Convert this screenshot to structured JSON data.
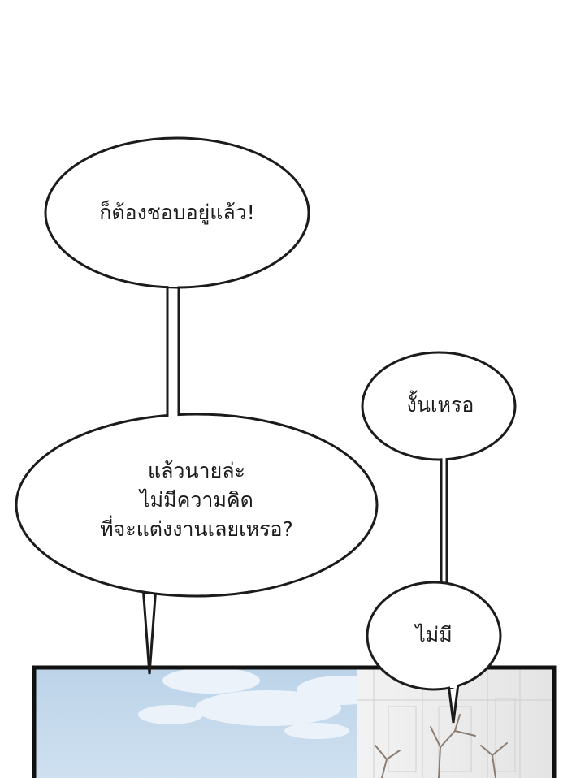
{
  "dialogue": {
    "bubble_1": {
      "lines": [
        "ก็ต้องชอบอยู่แล้ว!"
      ]
    },
    "bubble_2": {
      "lines": [
        "แล้วนายล่ะ",
        "ไม่มีความคิด",
        "ที่จะแต่งงานเลยเหรอ?"
      ]
    },
    "bubble_3": {
      "lines": [
        "งั้นเหรอ"
      ]
    },
    "bubble_4": {
      "lines": [
        "ไม่มี"
      ]
    }
  },
  "colors": {
    "ink": "#1b1b1b",
    "page": "#ffffff",
    "sky": "#c6dbed",
    "panel_border": "#111111"
  }
}
